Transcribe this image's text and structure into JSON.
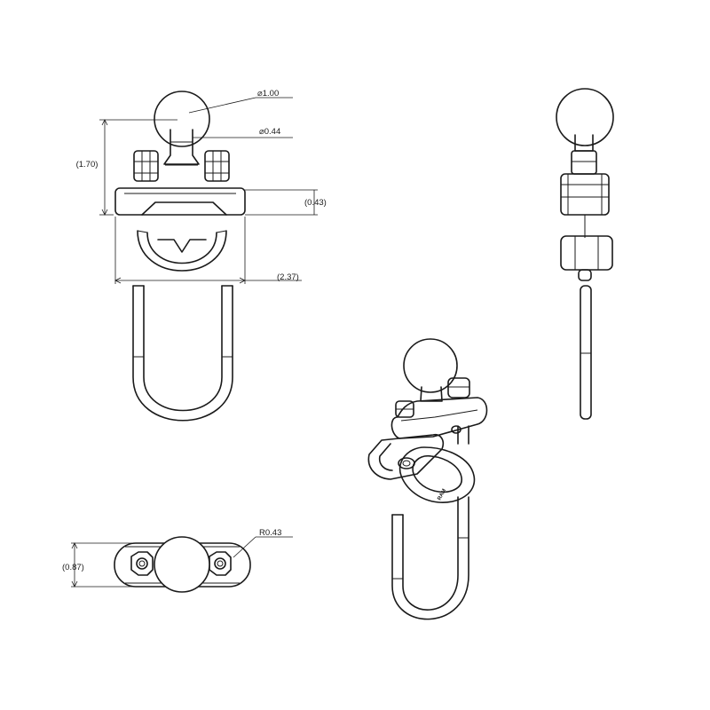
{
  "dimensions": {
    "ball_diameter": "1.00",
    "neck_diameter": "0.44",
    "overall_height": "(1.70)",
    "clamp_height": "(0.43)",
    "clamp_width": "(2.37)",
    "base_depth": "(0.87)",
    "end_radius": "R0.43"
  },
  "symbols": {
    "diameter": "⌀"
  },
  "iso_marking": "RAM",
  "colors": {
    "line": "#1a1a1a",
    "background": "#ffffff"
  }
}
